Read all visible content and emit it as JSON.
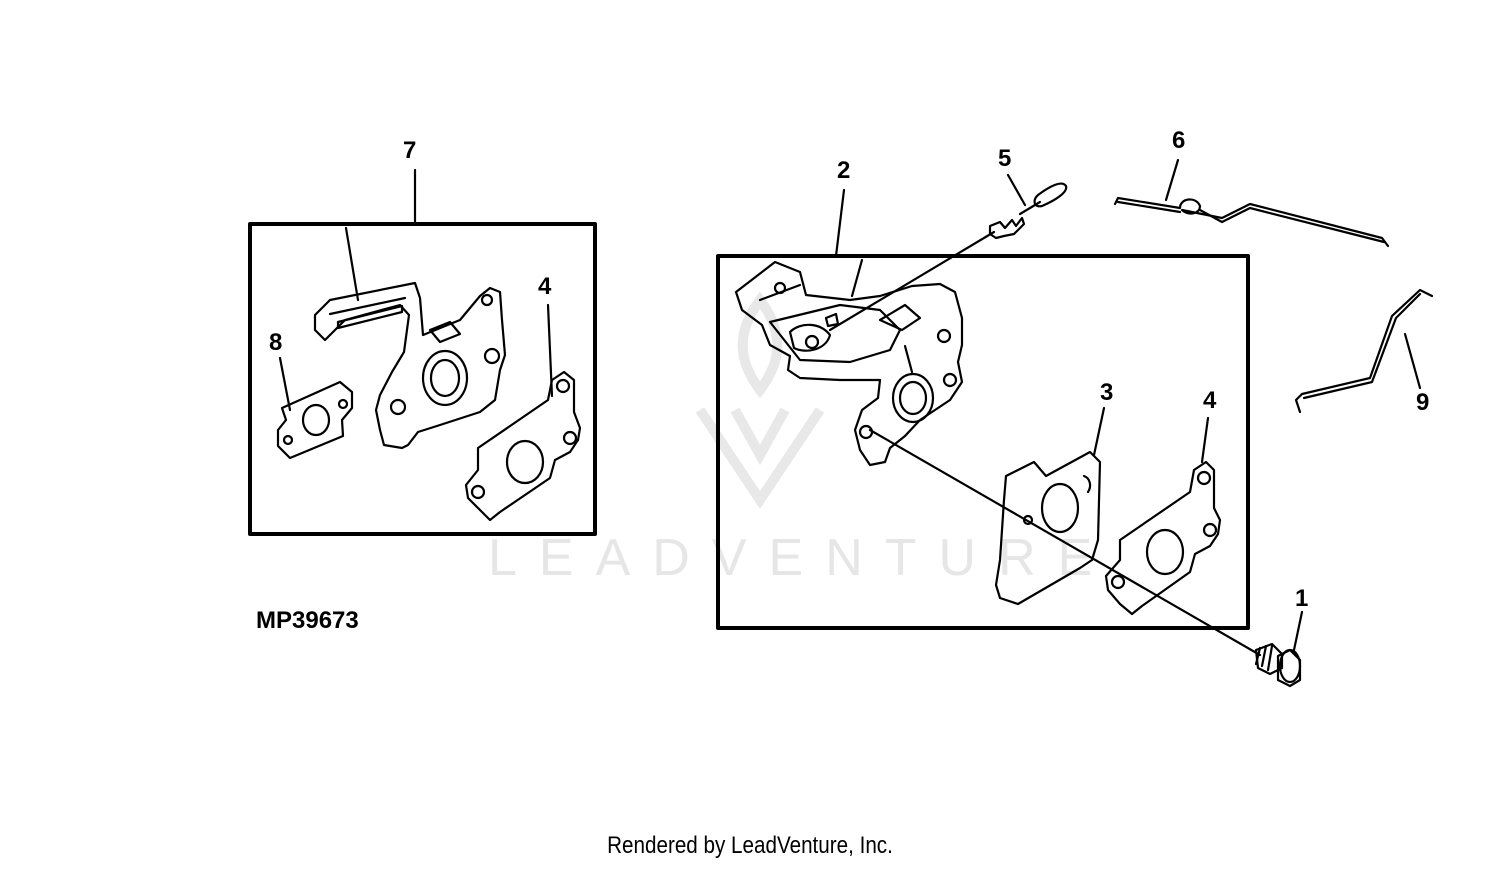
{
  "figure_code": "MP39673",
  "footer": "Rendered by LeadVenture, Inc.",
  "watermark": "LEADVENTURE",
  "callouts": [
    "1",
    "2",
    "3",
    "4",
    "4",
    "5",
    "6",
    "7",
    "8",
    "9"
  ],
  "colors": {
    "line": "#000000",
    "watermark": "#e6e6e6",
    "background": "#ffffff"
  }
}
